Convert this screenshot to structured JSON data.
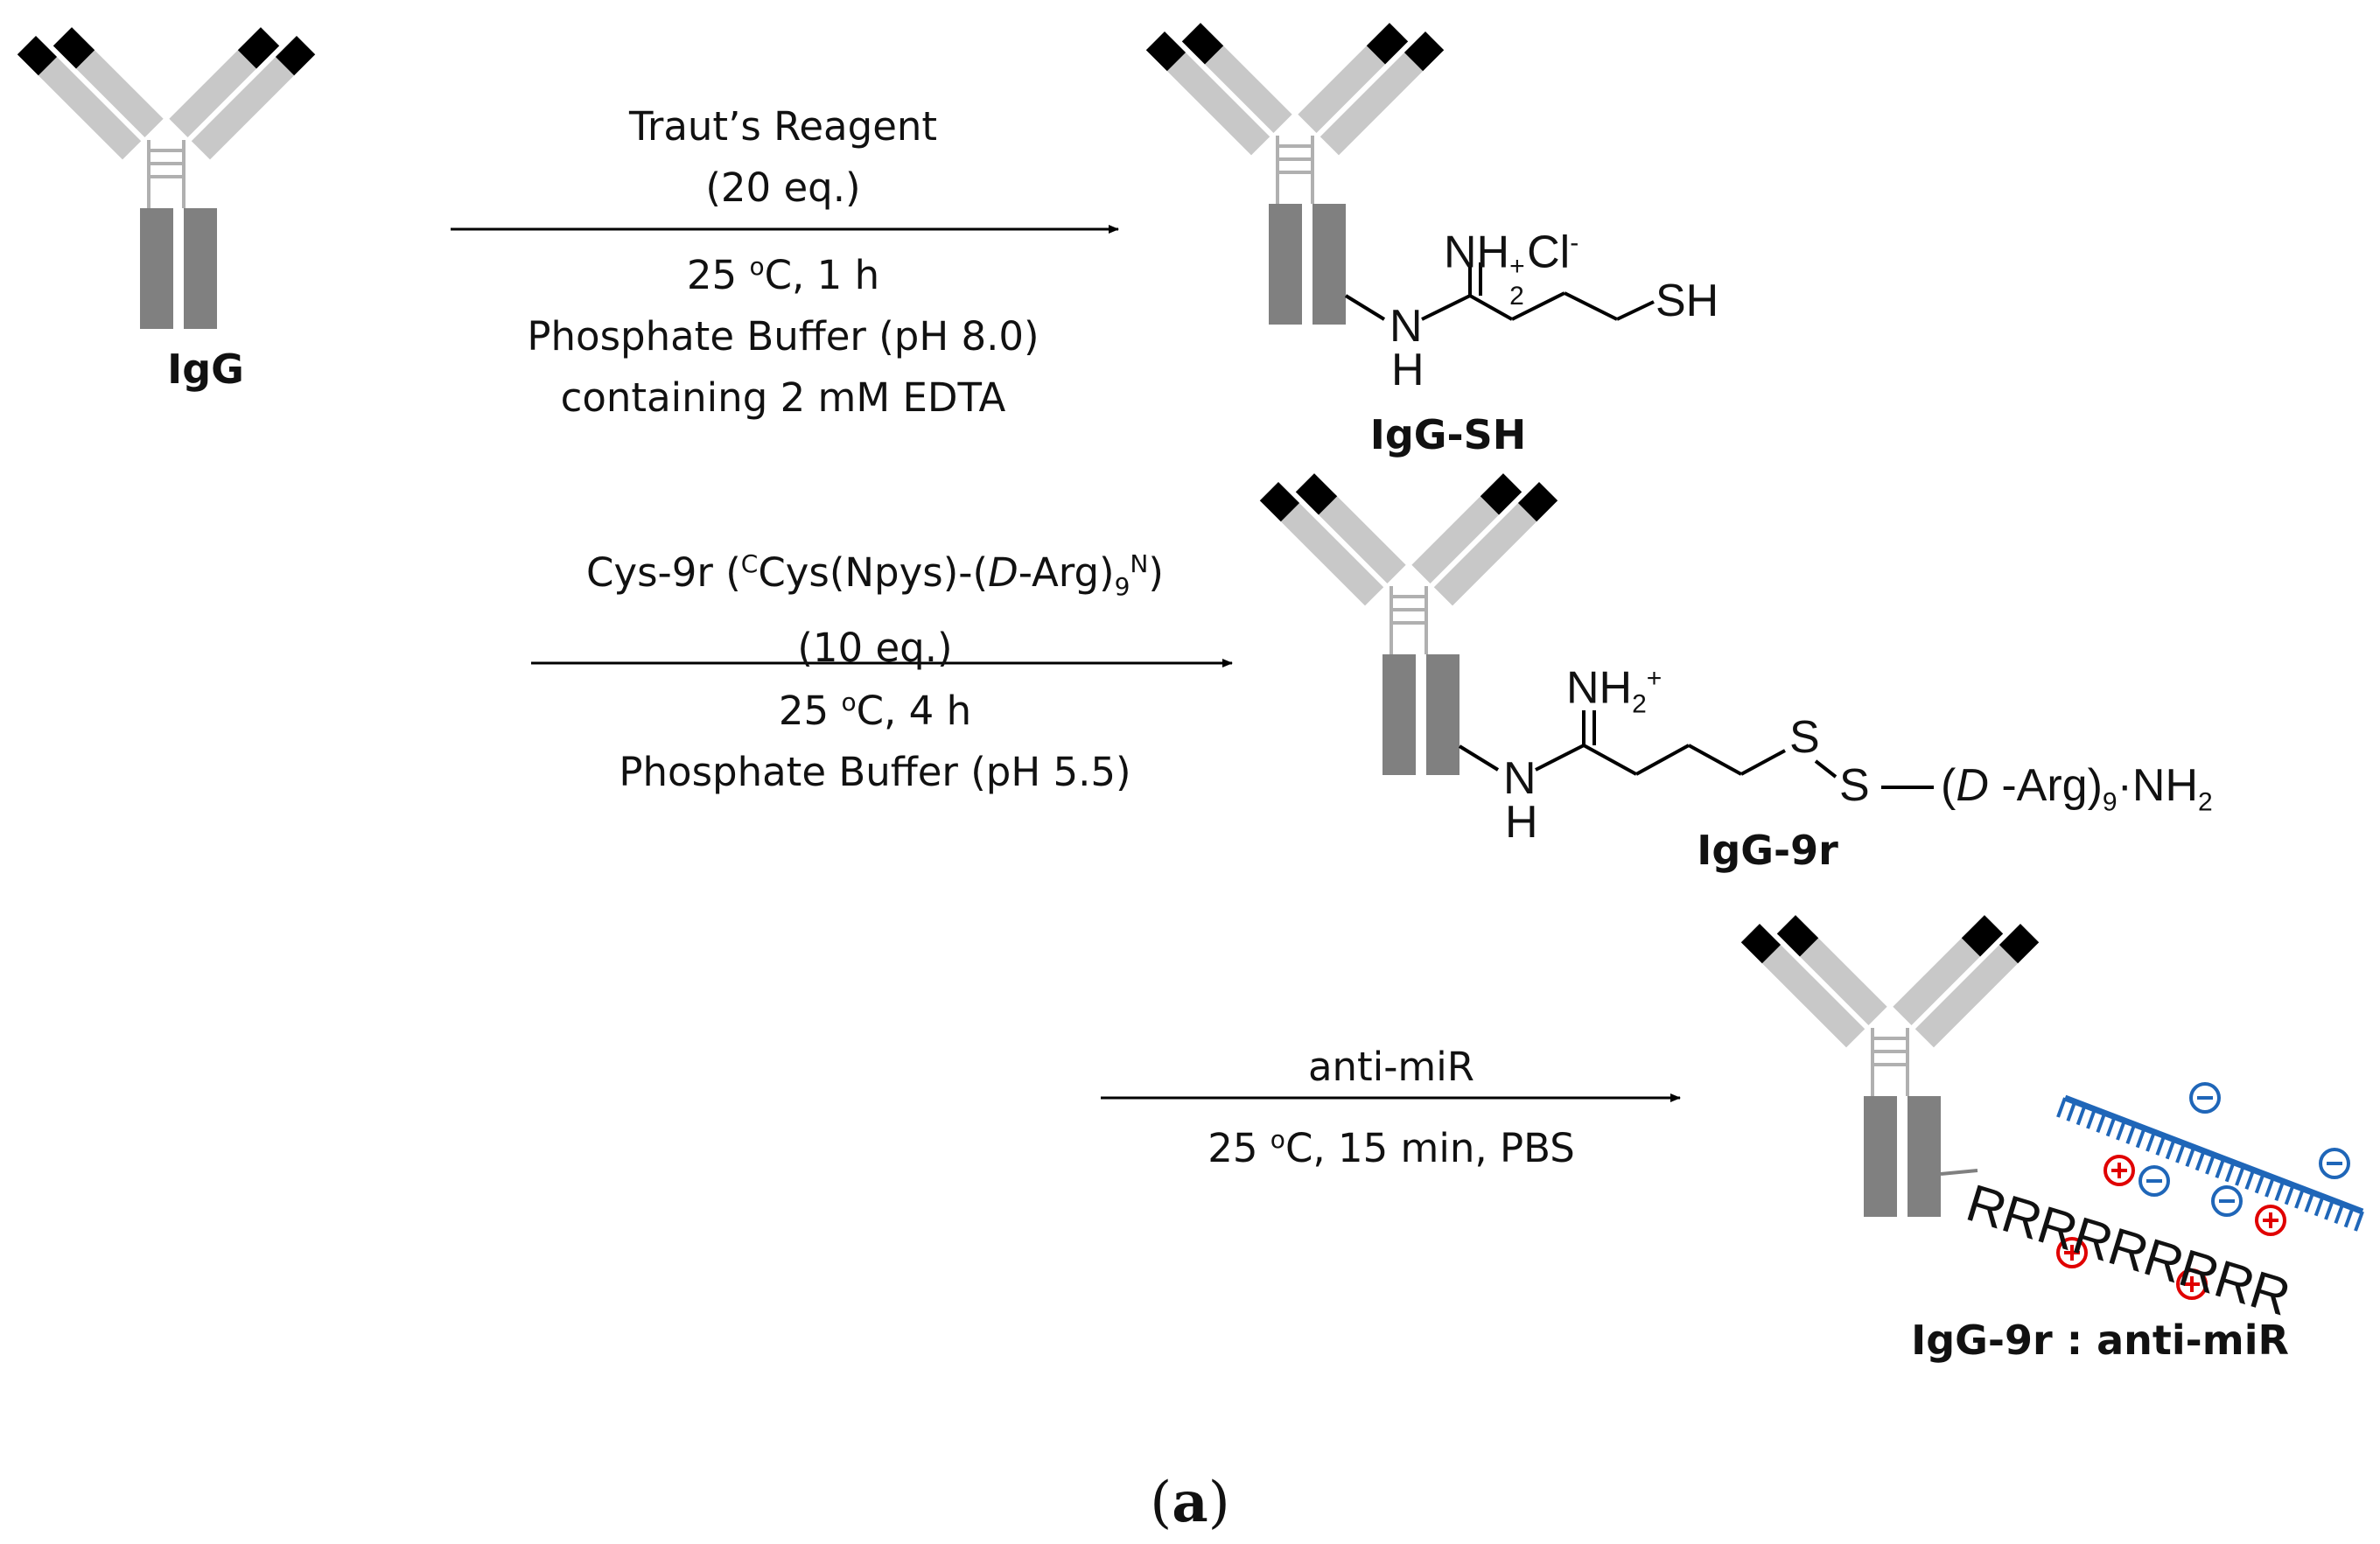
{
  "colors": {
    "tip": "#000000",
    "light_chain": "#c8c8c8",
    "heavy_chain": "#808080",
    "hinge": "#b0b0b0",
    "rna": "#1f66b8",
    "negative": "#1f66b8",
    "positive": "#e00000"
  },
  "labels": {
    "igg": "IgG",
    "igg_sh": "IgG-SH",
    "igg_9r": "IgG-9r",
    "complex": "IgG-9r : anti-miR"
  },
  "step1": {
    "above": [
      "Traut’s Reagent",
      "(20 eq.)"
    ],
    "below_temp": "25 ",
    "below_temp_sup": "o",
    "below_temp_rest": "C, 1 h",
    "below": [
      "Phosphate Buffer (pH 8.0)",
      "containing 2 mM EDTA"
    ]
  },
  "step2": {
    "above_pre": "Cys-9r (",
    "above_sup_c": "C",
    "above_mid": "Cys(Npys)-(",
    "above_d": "D",
    "above_mid2": "-Arg)",
    "above_sub": "9",
    "above_sup_n": "N",
    "above_post": ")",
    "eq": "(10 eq.)",
    "below_temp": "25 ",
    "below_temp_sup": "o",
    "below_temp_rest": "C, 4 h",
    "below": [
      "Phosphate Buffer (pH 5.5)"
    ]
  },
  "step3": {
    "above": "anti-miR",
    "below_temp": "25 ",
    "below_temp_sup": "o",
    "below_temp_rest": "C, 15 min, PBS"
  },
  "chem1": {
    "nh": "NH",
    "nh_sub": "2",
    "nh_sup": "+",
    "cl": "Cl",
    "cl_sup": "-",
    "n": "N",
    "h": "H",
    "sh": "SH"
  },
  "chem2": {
    "nh": "NH",
    "nh_sub": "2",
    "nh_sup": "+",
    "n": "N",
    "h": "H",
    "s1": "S",
    "s2": "S",
    "paren_open": "(",
    "d": "D",
    "arg": " -Arg)",
    "arg_sub": "9",
    "nh2": "·NH",
    "nh2_sub": "2"
  },
  "peptide": "RRRRRRRRR",
  "caption": {
    "open": "(",
    "letter": "a",
    "close": ")"
  }
}
